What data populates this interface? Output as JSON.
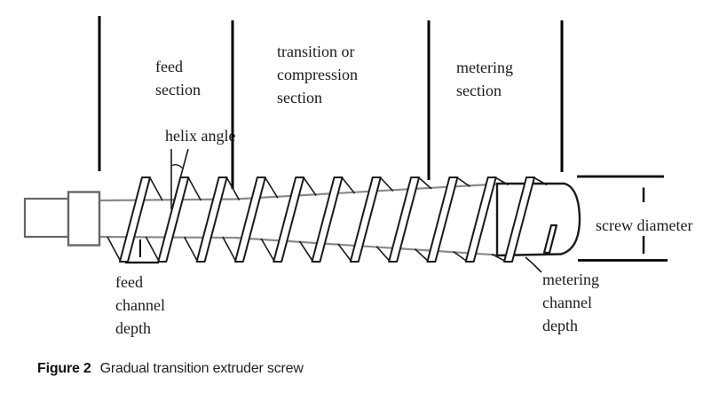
{
  "figure": {
    "section_labels": [
      {
        "id": "feed-section",
        "lines": [
          "feed",
          "section"
        ]
      },
      {
        "id": "transition-section",
        "lines": [
          "transition or",
          "compression",
          "section"
        ]
      },
      {
        "id": "metering-section",
        "lines": [
          "metering",
          "section"
        ]
      }
    ],
    "annotations": {
      "helix_angle": "helix angle",
      "screw_diameter": "screw diameter",
      "feed_channel_depth": {
        "lines": [
          "feed",
          "channel",
          "depth"
        ]
      },
      "metering_channel_depth": {
        "lines": [
          "metering",
          "channel",
          "depth"
        ]
      }
    },
    "caption": {
      "label": "Figure 2",
      "text": "Gradual transition extruder screw"
    },
    "colors": {
      "outline": "#1a1a1a",
      "divider_line": "#000000",
      "root_line": "#8a8a8a",
      "background": "#ffffff"
    }
  }
}
